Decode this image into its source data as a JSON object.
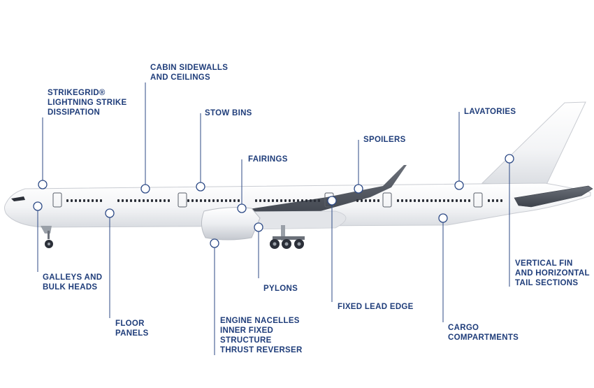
{
  "colors": {
    "label": "#1f3d7a",
    "leader": "#2d4a86",
    "fuselage": "#f4f5f7",
    "outline": "#c9ccd2",
    "window": "#2b2f38"
  },
  "callouts": [
    {
      "id": "strikegrid",
      "lines": [
        "STRIKEGRID®",
        "LIGHTNING STRIKE",
        "DISSIPATION"
      ]
    },
    {
      "id": "cabin-sidewalls",
      "lines": [
        "CABIN SIDEWALLS",
        "AND CEILINGS"
      ]
    },
    {
      "id": "stow-bins",
      "lines": [
        "STOW BINS"
      ]
    },
    {
      "id": "fairings",
      "lines": [
        "FAIRINGS"
      ]
    },
    {
      "id": "spoilers",
      "lines": [
        "SPOILERS"
      ]
    },
    {
      "id": "lavatories",
      "lines": [
        "LAVATORIES"
      ]
    },
    {
      "id": "galleys",
      "lines": [
        "GALLEYS AND",
        "BULK HEADS"
      ]
    },
    {
      "id": "floor-panels",
      "lines": [
        "FLOOR",
        "PANELS"
      ]
    },
    {
      "id": "pylons",
      "lines": [
        "PYLONS"
      ]
    },
    {
      "id": "engine-nacelles",
      "lines": [
        "ENGINE NACELLES",
        "INNER FIXED",
        "STRUCTURE",
        "THRUST REVERSER"
      ]
    },
    {
      "id": "fixed-lead-edge",
      "lines": [
        "FIXED LEAD EDGE"
      ]
    },
    {
      "id": "cargo",
      "lines": [
        "CARGO",
        "COMPARTMENTS"
      ]
    },
    {
      "id": "vertical-fin",
      "lines": [
        "VERTICAL FIN",
        "AND HORIZONTAL",
        "TAIL SECTIONS"
      ]
    }
  ]
}
